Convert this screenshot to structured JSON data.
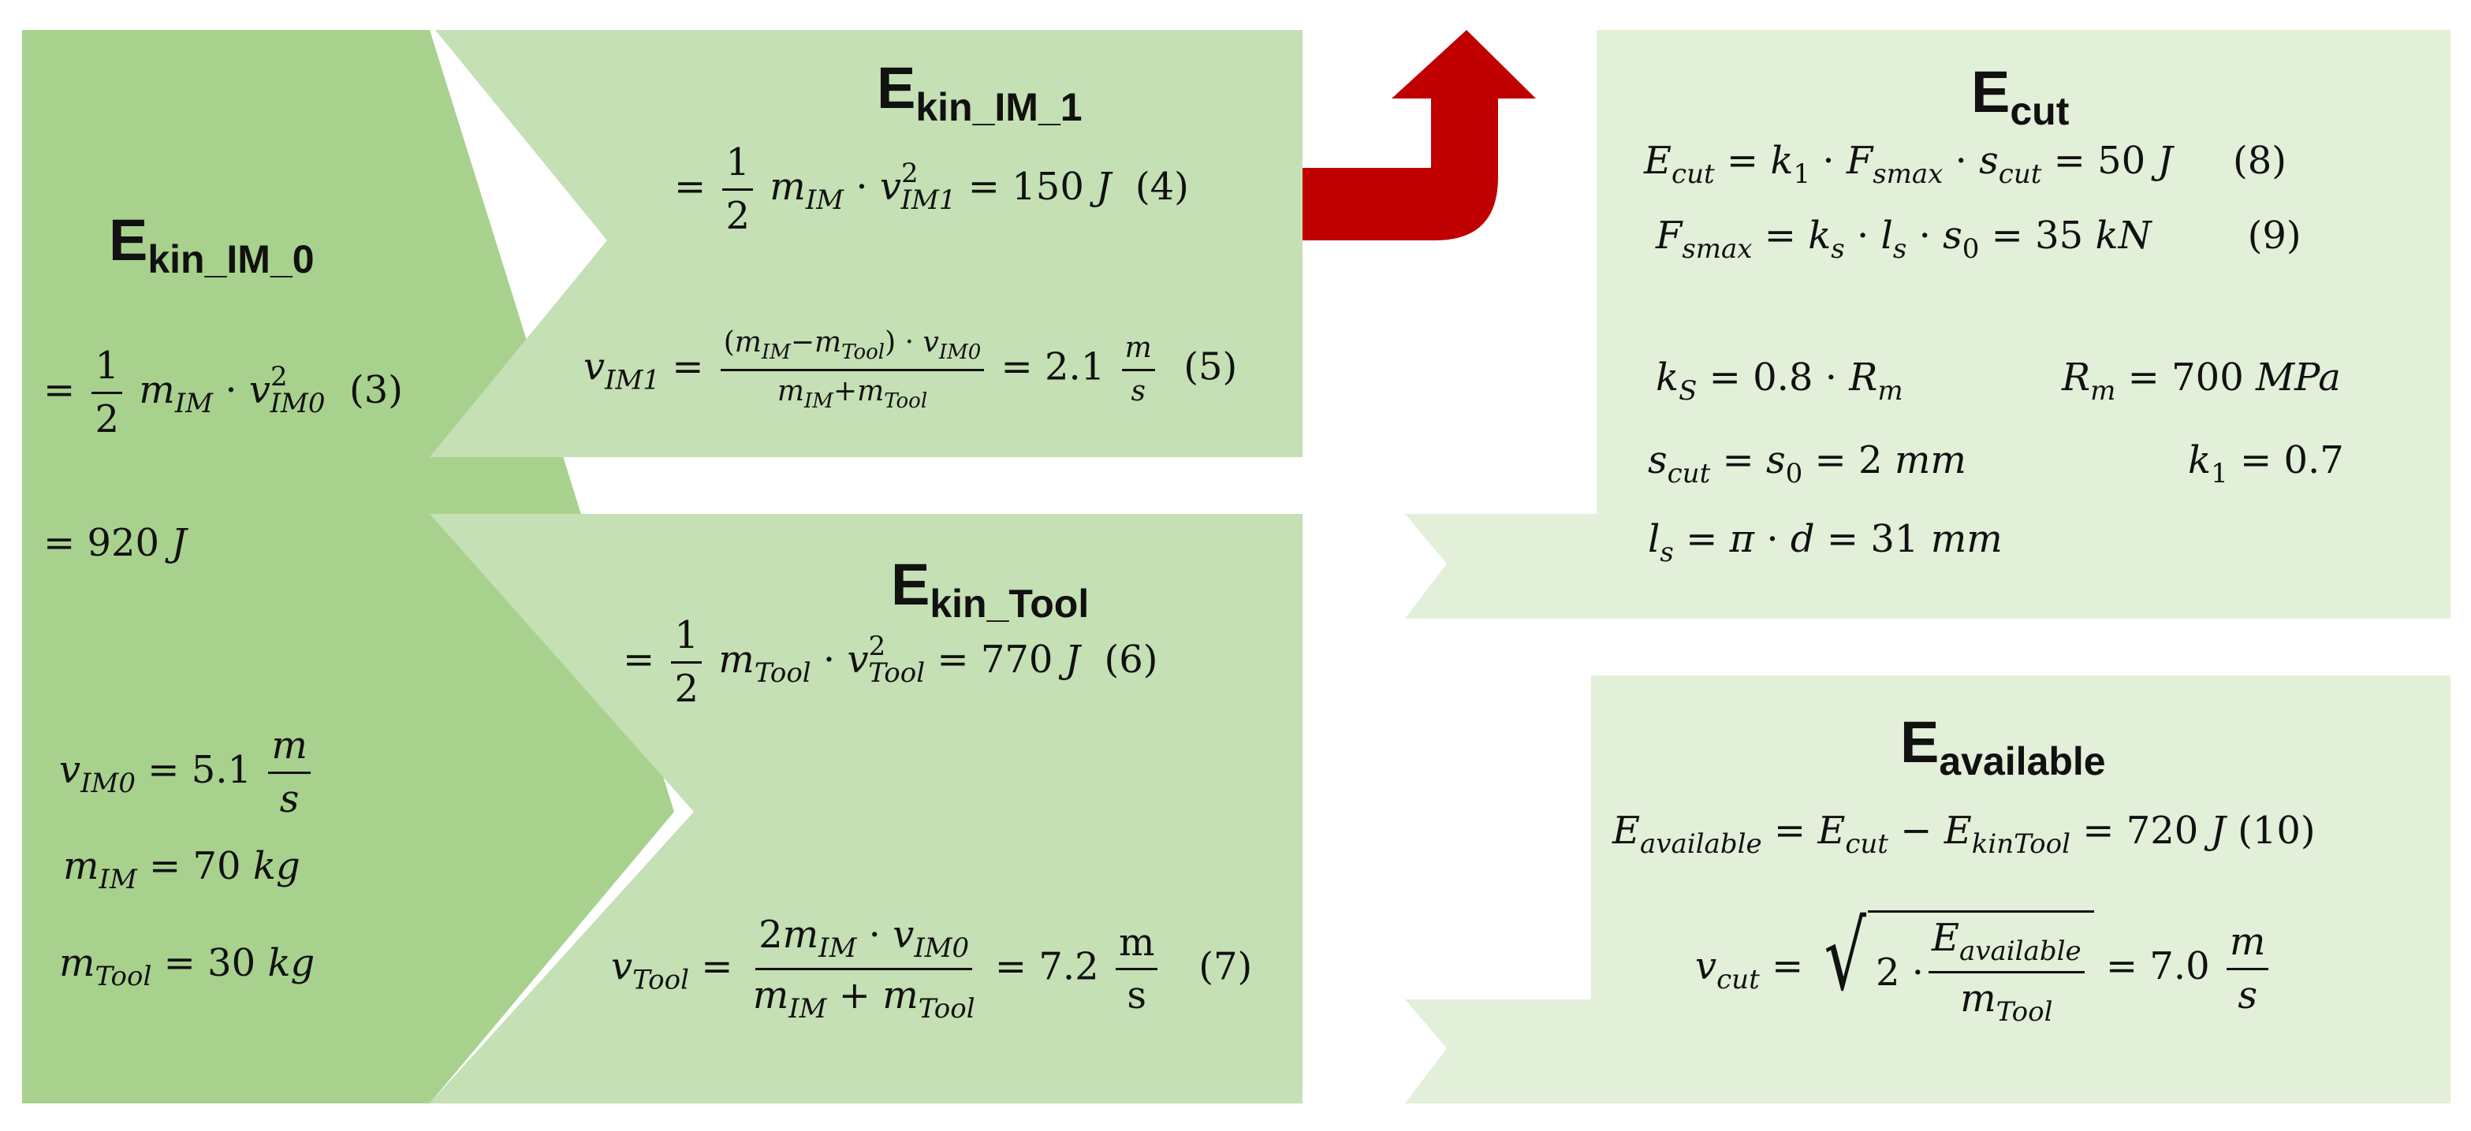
{
  "colors": {
    "dark_green": "#a9d18e",
    "mid_green": "#c5e0b4",
    "light_green": "#e2efd9",
    "arrow_red": "#c00000"
  },
  "blocks": {
    "ekin_im0": {
      "title_main": "E",
      "title_sub": "kin_IM_0",
      "eq3_num": "(3)",
      "eq_result": "= 920",
      "eq_result_unit": "J",
      "v_im0_value": "= 5.1",
      "m_im_value": "= 70",
      "m_im_unit": "kg",
      "m_tool_value": "= 30",
      "m_tool_unit": "kg"
    },
    "ekin_im1": {
      "title_main": "E",
      "title_sub": "kin_IM_1",
      "eq4_value": "= 150",
      "eq4_unit": "J",
      "eq4_num": "(4)",
      "eq5_value": "= 2.1",
      "eq5_num": "(5)"
    },
    "ekin_tool": {
      "title_main": "E",
      "title_sub": "kin_Tool",
      "eq6_value": "= 770",
      "eq6_unit": "J",
      "eq6_num": "(6)",
      "eq7_value": "= 7.2",
      "eq7_unit_num": "m",
      "eq7_unit_den": "s",
      "eq7_num": "(7)"
    },
    "ecut": {
      "title_main": "E",
      "title_sub": "cut",
      "eq8_value": "= 50",
      "eq8_unit": "J",
      "eq8_num": "(8)",
      "eq9_value": "= 35",
      "eq9_unit": "kN",
      "eq9_num": "(9)",
      "ks_value": "= 0.8 ·",
      "rm_value": "= 700",
      "rm_unit": "MPa",
      "scut_value": "= 2",
      "scut_unit": "mm",
      "k1_value": "= 0.7",
      "ls_value": "= 31",
      "ls_unit": "mm"
    },
    "eavailable": {
      "title_main": "E",
      "title_sub": "available",
      "eq10_value": "= 720",
      "eq10_unit": "J",
      "eq10_num": "(10)",
      "vcut_value": "= 7.0"
    }
  }
}
